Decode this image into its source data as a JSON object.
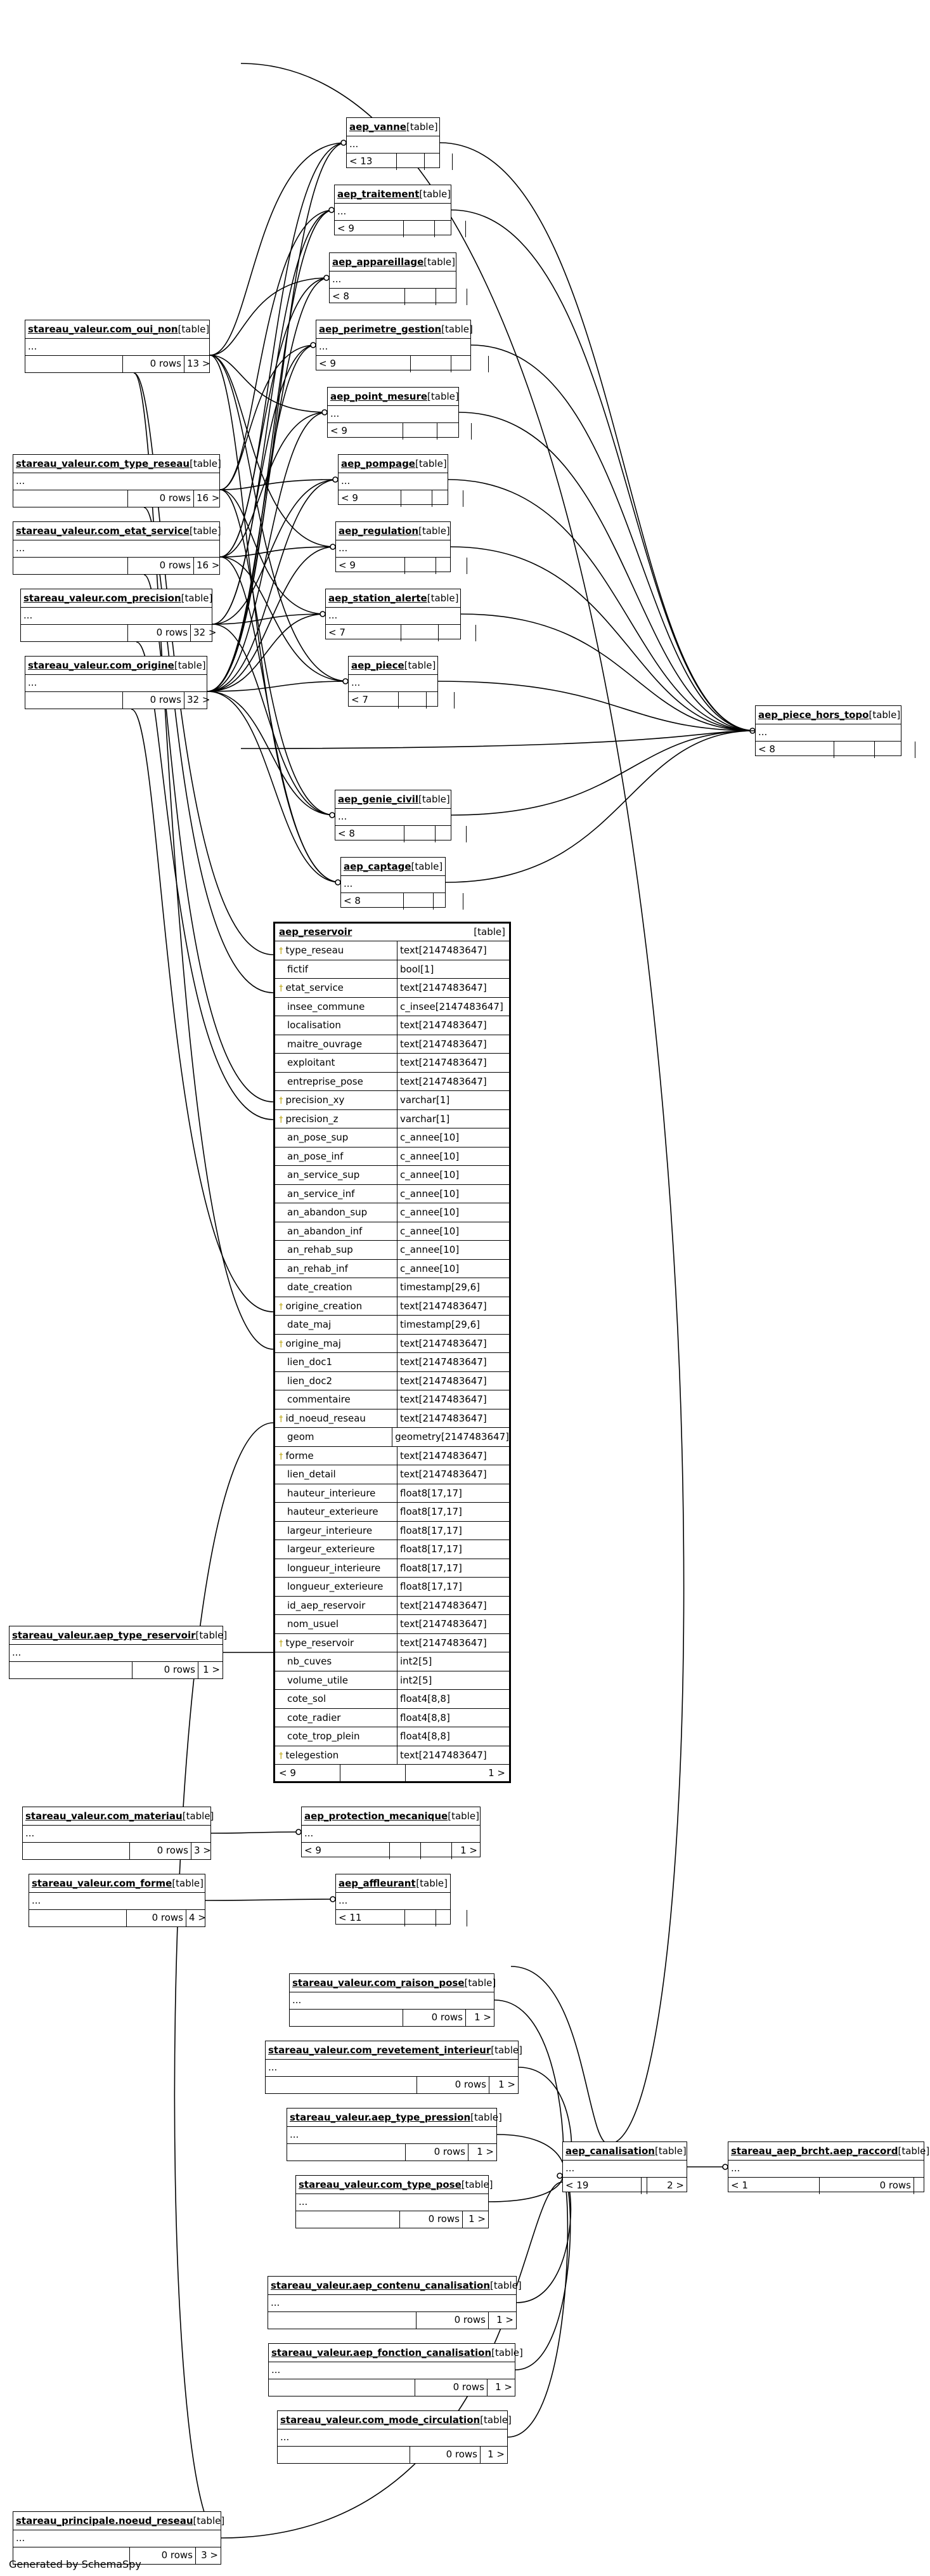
{
  "diagram": {
    "tables": [
      {
        "id": "aep_vanne",
        "name": "aep_vanne",
        "kind": "[table]",
        "cells": [
          "< 13",
          "",
          "",
          ""
        ]
      },
      {
        "id": "aep_traitement",
        "name": "aep_traitement",
        "kind": "[table]",
        "cells": [
          "< 9",
          "",
          "",
          ""
        ]
      },
      {
        "id": "aep_appareillage",
        "name": "aep_appareillage",
        "kind": "[table]",
        "cells": [
          "< 8",
          "",
          "",
          ""
        ]
      },
      {
        "id": "aep_perimetre_gestion",
        "name": "aep_perimetre_gestion",
        "kind": "[table]",
        "cells": [
          "< 9",
          "",
          "",
          ""
        ]
      },
      {
        "id": "aep_point_mesure",
        "name": "aep_point_mesure",
        "kind": "[table]",
        "cells": [
          "< 9",
          "",
          "",
          ""
        ]
      },
      {
        "id": "aep_pompage",
        "name": "aep_pompage",
        "kind": "[table]",
        "cells": [
          "< 9",
          "",
          "",
          ""
        ]
      },
      {
        "id": "aep_regulation",
        "name": "aep_regulation",
        "kind": "[table]",
        "cells": [
          "< 9",
          "",
          "",
          ""
        ]
      },
      {
        "id": "aep_station_alerte",
        "name": "aep_station_alerte",
        "kind": "[table]",
        "cells": [
          "< 7",
          "",
          "",
          ""
        ]
      },
      {
        "id": "aep_piece",
        "name": "aep_piece",
        "kind": "[table]",
        "cells": [
          "< 7",
          "",
          "",
          ""
        ]
      },
      {
        "id": "aep_piece_hors_topo",
        "name": "aep_piece_hors_topo",
        "kind": "[table]",
        "cells": [
          "< 8",
          "",
          "",
          ""
        ]
      },
      {
        "id": "aep_genie_civil",
        "name": "aep_genie_civil",
        "kind": "[table]",
        "cells": [
          "< 8",
          "",
          "",
          ""
        ]
      },
      {
        "id": "aep_captage",
        "name": "aep_captage",
        "kind": "[table]",
        "cells": [
          "< 8",
          "",
          "",
          ""
        ]
      },
      {
        "id": "com_oui_non",
        "name": "stareau_valeur.com_oui_non",
        "kind": "[table]",
        "cells": [
          "",
          "0 rows",
          "13 >"
        ]
      },
      {
        "id": "com_type_reseau",
        "name": "stareau_valeur.com_type_reseau",
        "kind": "[table]",
        "cells": [
          "",
          "0 rows",
          "16 >"
        ]
      },
      {
        "id": "com_etat_service",
        "name": "stareau_valeur.com_etat_service",
        "kind": "[table]",
        "cells": [
          "",
          "0 rows",
          "16 >"
        ]
      },
      {
        "id": "com_precision",
        "name": "stareau_valeur.com_precision",
        "kind": "[table]",
        "cells": [
          "",
          "0 rows",
          "32 >"
        ]
      },
      {
        "id": "com_origine",
        "name": "stareau_valeur.com_origine",
        "kind": "[table]",
        "cells": [
          "",
          "0 rows",
          "32 >"
        ]
      },
      {
        "id": "aep_type_reservoir",
        "name": "stareau_valeur.aep_type_reservoir",
        "kind": "[table]",
        "cells": [
          "",
          "0 rows",
          "1 >"
        ]
      },
      {
        "id": "com_materiau",
        "name": "stareau_valeur.com_materiau",
        "kind": "[table]",
        "cells": [
          "",
          "0 rows",
          "3 >"
        ]
      },
      {
        "id": "com_forme",
        "name": "stareau_valeur.com_forme",
        "kind": "[table]",
        "cells": [
          "",
          "0 rows",
          "4 >"
        ]
      },
      {
        "id": "aep_protection_mecanique",
        "name": "aep_protection_mecanique",
        "kind": "[table]",
        "cells": [
          "< 9",
          "",
          "",
          "1 >"
        ]
      },
      {
        "id": "aep_affleurant",
        "name": "aep_affleurant",
        "kind": "[table]",
        "cells": [
          "< 11",
          "",
          "",
          ""
        ]
      },
      {
        "id": "com_raison_pose",
        "name": "stareau_valeur.com_raison_pose",
        "kind": "[table]",
        "cells": [
          "",
          "0 rows",
          "1 >"
        ]
      },
      {
        "id": "com_revetement_interieur",
        "name": "stareau_valeur.com_revetement_interieur",
        "kind": "[table]",
        "cells": [
          "",
          "0 rows",
          "1 >"
        ]
      },
      {
        "id": "aep_type_pression",
        "name": "stareau_valeur.aep_type_pression",
        "kind": "[table]",
        "cells": [
          "",
          "0 rows",
          "1 >"
        ]
      },
      {
        "id": "com_type_pose",
        "name": "stareau_valeur.com_type_pose",
        "kind": "[table]",
        "cells": [
          "",
          "0 rows",
          "1 >"
        ]
      },
      {
        "id": "aep_canalisation",
        "name": "aep_canalisation",
        "kind": "[table]",
        "cells": [
          "< 19",
          "",
          "2 >"
        ]
      },
      {
        "id": "aep_brcht_raccord",
        "name": "stareau_aep_brcht.aep_raccord",
        "kind": "[table]",
        "cells": [
          "< 1",
          "0 rows",
          ""
        ]
      },
      {
        "id": "aep_contenu_canalisation",
        "name": "stareau_valeur.aep_contenu_canalisation",
        "kind": "[table]",
        "cells": [
          "",
          "0 rows",
          "1 >"
        ]
      },
      {
        "id": "aep_fonction_canalisation",
        "name": "stareau_valeur.aep_fonction_canalisation",
        "kind": "[table]",
        "cells": [
          "",
          "0 rows",
          "1 >"
        ]
      },
      {
        "id": "com_mode_circulation",
        "name": "stareau_valeur.com_mode_circulation",
        "kind": "[table]",
        "cells": [
          "",
          "0 rows",
          "1 >"
        ]
      },
      {
        "id": "noeud_reseau",
        "name": "stareau_principale.noeud_reseau",
        "kind": "[table]",
        "cells": [
          "",
          "0 rows",
          "3 >"
        ]
      }
    ],
    "ellipsis": "...",
    "reservoir": {
      "name": "aep_reservoir",
      "kind": "[table]",
      "columns": [
        {
          "name": "type_reseau",
          "type": "text[2147483647]",
          "fk": true
        },
        {
          "name": "fictif",
          "type": "bool[1]",
          "fk": false
        },
        {
          "name": "etat_service",
          "type": "text[2147483647]",
          "fk": true
        },
        {
          "name": "insee_commune",
          "type": "c_insee[2147483647]",
          "fk": false
        },
        {
          "name": "localisation",
          "type": "text[2147483647]",
          "fk": false
        },
        {
          "name": "maitre_ouvrage",
          "type": "text[2147483647]",
          "fk": false
        },
        {
          "name": "exploitant",
          "type": "text[2147483647]",
          "fk": false
        },
        {
          "name": "entreprise_pose",
          "type": "text[2147483647]",
          "fk": false
        },
        {
          "name": "precision_xy",
          "type": "varchar[1]",
          "fk": true
        },
        {
          "name": "precision_z",
          "type": "varchar[1]",
          "fk": true
        },
        {
          "name": "an_pose_sup",
          "type": "c_annee[10]",
          "fk": false
        },
        {
          "name": "an_pose_inf",
          "type": "c_annee[10]",
          "fk": false
        },
        {
          "name": "an_service_sup",
          "type": "c_annee[10]",
          "fk": false
        },
        {
          "name": "an_service_inf",
          "type": "c_annee[10]",
          "fk": false
        },
        {
          "name": "an_abandon_sup",
          "type": "c_annee[10]",
          "fk": false
        },
        {
          "name": "an_abandon_inf",
          "type": "c_annee[10]",
          "fk": false
        },
        {
          "name": "an_rehab_sup",
          "type": "c_annee[10]",
          "fk": false
        },
        {
          "name": "an_rehab_inf",
          "type": "c_annee[10]",
          "fk": false
        },
        {
          "name": "date_creation",
          "type": "timestamp[29,6]",
          "fk": false
        },
        {
          "name": "origine_creation",
          "type": "text[2147483647]",
          "fk": true
        },
        {
          "name": "date_maj",
          "type": "timestamp[29,6]",
          "fk": false
        },
        {
          "name": "origine_maj",
          "type": "text[2147483647]",
          "fk": true
        },
        {
          "name": "lien_doc1",
          "type": "text[2147483647]",
          "fk": false
        },
        {
          "name": "lien_doc2",
          "type": "text[2147483647]",
          "fk": false
        },
        {
          "name": "commentaire",
          "type": "text[2147483647]",
          "fk": false
        },
        {
          "name": "id_noeud_reseau",
          "type": "text[2147483647]",
          "fk": true
        },
        {
          "name": "geom",
          "type": "geometry[2147483647]",
          "fk": false
        },
        {
          "name": "forme",
          "type": "text[2147483647]",
          "fk": true
        },
        {
          "name": "lien_detail",
          "type": "text[2147483647]",
          "fk": false
        },
        {
          "name": "hauteur_interieure",
          "type": "float8[17,17]",
          "fk": false
        },
        {
          "name": "hauteur_exterieure",
          "type": "float8[17,17]",
          "fk": false
        },
        {
          "name": "largeur_interieure",
          "type": "float8[17,17]",
          "fk": false
        },
        {
          "name": "largeur_exterieure",
          "type": "float8[17,17]",
          "fk": false
        },
        {
          "name": "longueur_interieure",
          "type": "float8[17,17]",
          "fk": false
        },
        {
          "name": "longueur_exterieure",
          "type": "float8[17,17]",
          "fk": false
        },
        {
          "name": "id_aep_reservoir",
          "type": "text[2147483647]",
          "fk": false
        },
        {
          "name": "nom_usuel",
          "type": "text[2147483647]",
          "fk": false
        },
        {
          "name": "type_reservoir",
          "type": "text[2147483647]",
          "fk": true
        },
        {
          "name": "nb_cuves",
          "type": "int2[5]",
          "fk": false
        },
        {
          "name": "volume_utile",
          "type": "int2[5]",
          "fk": false
        },
        {
          "name": "cote_sol",
          "type": "float4[8,8]",
          "fk": false
        },
        {
          "name": "cote_radier",
          "type": "float4[8,8]",
          "fk": false
        },
        {
          "name": "cote_trop_plein",
          "type": "float4[8,8]",
          "fk": false
        },
        {
          "name": "telegestion",
          "type": "text[2147483647]",
          "fk": true
        }
      ],
      "footer_left": "< 9",
      "footer_right": "1 >"
    },
    "generated_by": "Generated by SchemaSpy"
  }
}
